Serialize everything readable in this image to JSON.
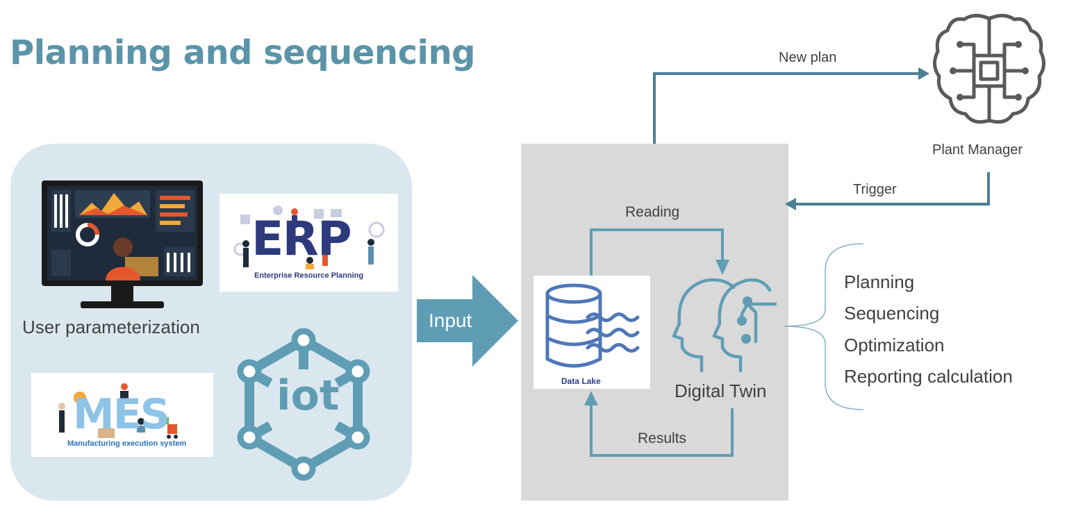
{
  "title": "Planning and sequencing",
  "sources": {
    "user_param_label": "User parameterization",
    "erp": {
      "big": "ERP",
      "caption": "Enterprise Resource Planning"
    },
    "mes": {
      "big": "MES",
      "caption": "Manufacturing execution system"
    },
    "iot": {
      "text": "iot"
    }
  },
  "input_label": "Input",
  "process": {
    "data_lake_label": "Data Lake",
    "digital_twin_label": "Digital Twin",
    "reading_label": "Reading",
    "results_label": "Results"
  },
  "plant_manager_label": "Plant Manager",
  "new_plan_label": "New plan",
  "trigger_label": "Trigger",
  "outcomes": [
    "Planning",
    "Sequencing",
    "Optimization",
    "Reporting calculation"
  ],
  "colors": {
    "title": "#5b94a8",
    "arrow": "#4a7f93",
    "flow": "#5f9db5",
    "icon_blue": "#5b8fb0",
    "panel_light": "#dbe7ee",
    "panel_gray": "#d9d9d9",
    "erp_navy": "#2d3a7c"
  }
}
